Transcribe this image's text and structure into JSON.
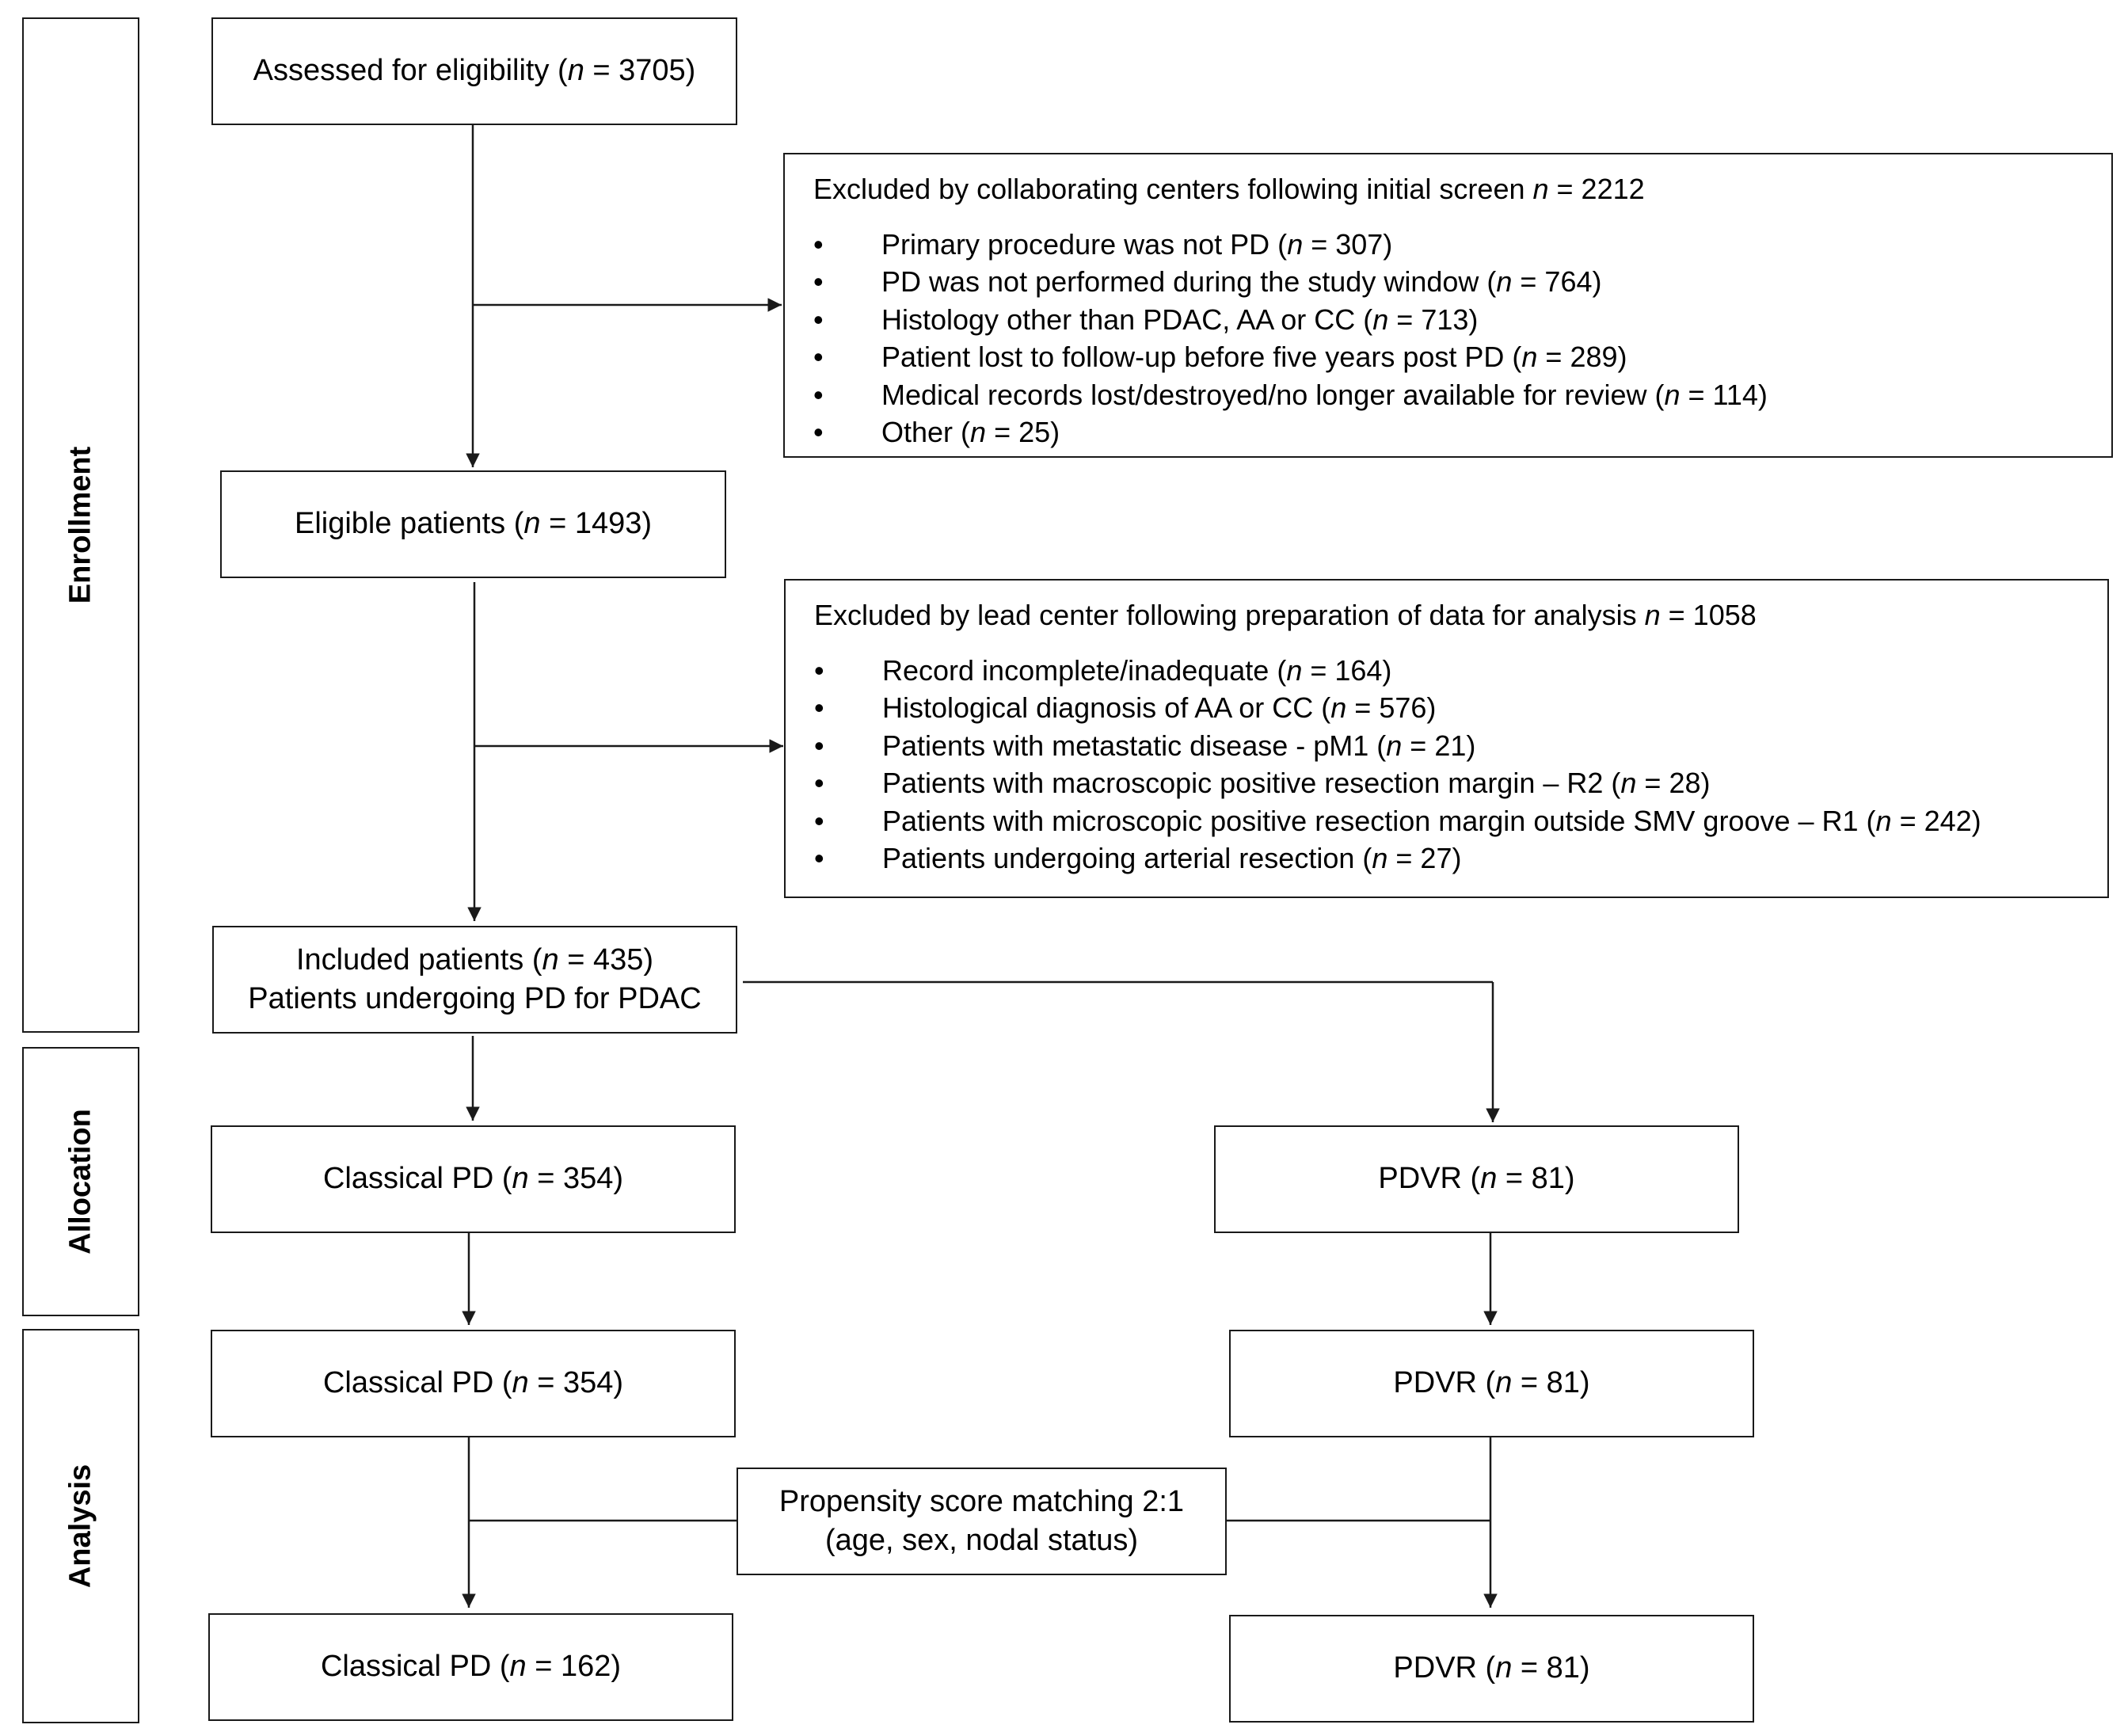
{
  "phases": {
    "enrollment": "Enrollment",
    "allocation": "Allocation",
    "analysis": "Analysis"
  },
  "assessed": {
    "prefix": "Assessed for eligibility (",
    "n": "n",
    "suffix": " = 3705)"
  },
  "excluded_collab": {
    "title_prefix": "Excluded by collaborating centers following initial screen ",
    "title_n": "n",
    "title_suffix": " = 2212",
    "items": [
      {
        "prefix": "Primary procedure was not PD (",
        "n": "n",
        "suffix": " = 307)"
      },
      {
        "prefix": "PD was not performed during the study window (",
        "n": "n",
        "suffix": " = 764)"
      },
      {
        "prefix": "Histology other than PDAC, AA or CC (",
        "n": "n",
        "suffix": " = 713)"
      },
      {
        "prefix": "Patient lost to follow-up before five years post PD (",
        "n": "n",
        "suffix": " = 289)"
      },
      {
        "prefix": "Medical records lost/destroyed/no longer available for review (",
        "n": "n",
        "suffix": " = 114)"
      },
      {
        "prefix": "Other (",
        "n": "n",
        "suffix": " = 25)"
      }
    ]
  },
  "eligible": {
    "prefix": "Eligible patients (",
    "n": "n",
    "suffix": " = 1493)"
  },
  "excluded_lead": {
    "title_prefix": "Excluded by lead center following preparation of data for analysis ",
    "title_n": "n",
    "title_suffix": " = 1058",
    "items": [
      {
        "prefix": "Record incomplete/inadequate (",
        "n": "n",
        "suffix": " = 164)"
      },
      {
        "prefix": "Histological diagnosis of AA or CC (",
        "n": "n",
        "suffix": " = 576)"
      },
      {
        "prefix": "Patients with metastatic disease - pM1 (",
        "n": "n",
        "suffix": " = 21)"
      },
      {
        "prefix": "Patients with macroscopic positive resection margin – R2 (",
        "n": "n",
        "suffix": " = 28)"
      },
      {
        "prefix": "Patients with microscopic positive resection margin outside SMV groove – R1 (",
        "n": "n",
        "suffix": " = 242)"
      },
      {
        "prefix": "Patients undergoing arterial resection (",
        "n": "n",
        "suffix": " = 27)"
      }
    ]
  },
  "included": {
    "line1_prefix": "Included patients (",
    "line1_n": "n",
    "line1_suffix": " = 435)",
    "line2": "Patients undergoing PD for PDAC"
  },
  "alloc_classical": {
    "prefix": "Classical PD (",
    "n": "n",
    "suffix": " = 354)"
  },
  "alloc_pdvr": {
    "prefix": "PDVR (",
    "n": "n",
    "suffix": " = 81)"
  },
  "analysis_classical": {
    "prefix": "Classical PD (",
    "n": "n",
    "suffix": " = 354)"
  },
  "analysis_pdvr": {
    "prefix": "PDVR (",
    "n": "n",
    "suffix": " = 81)"
  },
  "matching": {
    "line1": "Propensity score matching 2:1",
    "line2": "(age, sex, nodal status)"
  },
  "final_classical": {
    "prefix": "Classical PD (",
    "n": "n",
    "suffix": " = 162)"
  },
  "final_pdvr": {
    "prefix": "PDVR (",
    "n": "n",
    "suffix": " = 81)"
  }
}
